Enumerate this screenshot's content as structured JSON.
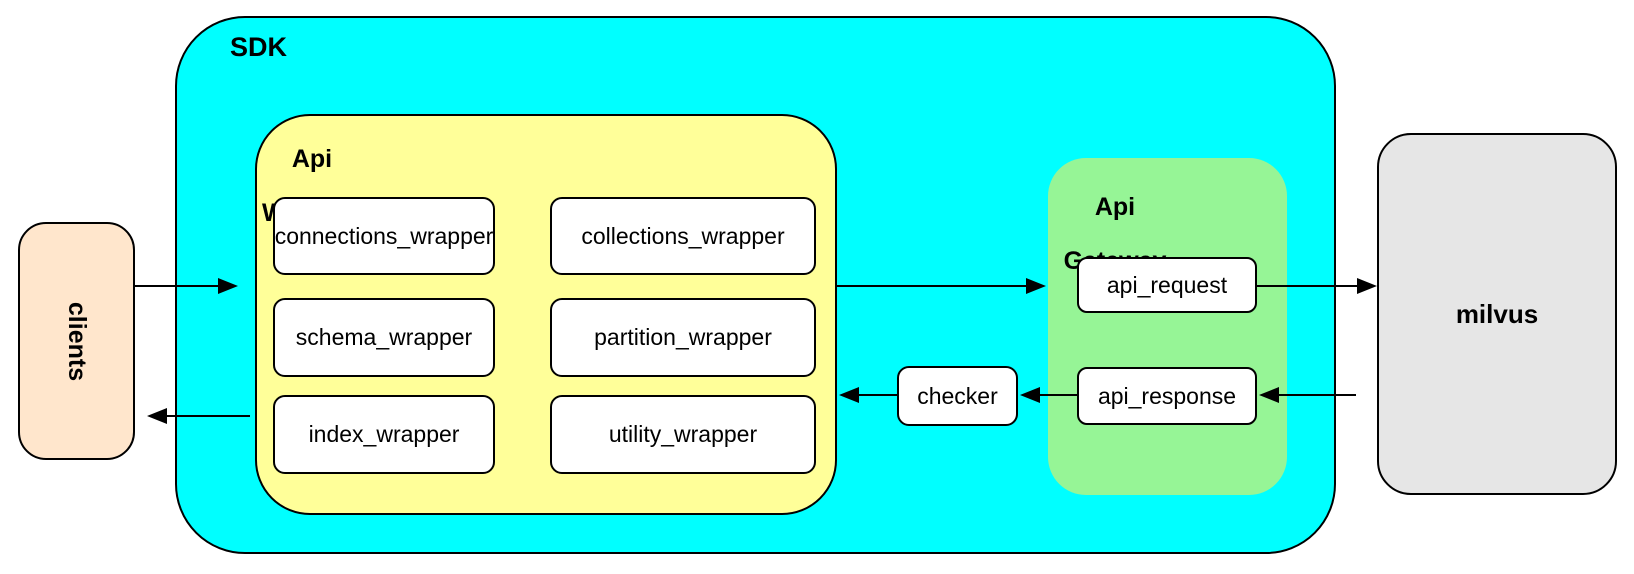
{
  "diagram": {
    "colors": {
      "sdk_fill": "#00ffff",
      "api_wrapper_fill": "#ffff99",
      "api_gateway_fill": "#96f596",
      "clients_fill": "#ffe6cc",
      "milvus_fill": "#e6e6e6",
      "leaf_fill": "#ffffff",
      "stroke": "#000000"
    },
    "clients": {
      "label": "clients"
    },
    "sdk": {
      "label": "SDK"
    },
    "api_wrapper": {
      "label_line1": "Api",
      "label_line2": "Wrapper",
      "boxes": [
        {
          "label": "connections_wrapper"
        },
        {
          "label": "collections_wrapper"
        },
        {
          "label": "schema_wrapper"
        },
        {
          "label": "partition_wrapper"
        },
        {
          "label": "index_wrapper"
        },
        {
          "label": "utility_wrapper"
        }
      ]
    },
    "checker": {
      "label": "checker"
    },
    "api_gateway": {
      "label_line1": "Api",
      "label_line2": "Gateway",
      "boxes": [
        {
          "label": "api_request"
        },
        {
          "label": "api_response"
        }
      ]
    },
    "milvus": {
      "label": "milvus"
    },
    "edges": [
      {
        "name": "clients-to-api-wrapper",
        "direction": "right"
      },
      {
        "name": "api-wrapper-to-api-gateway",
        "direction": "right"
      },
      {
        "name": "api-request-to-milvus",
        "direction": "right"
      },
      {
        "name": "milvus-to-api-response",
        "direction": "left"
      },
      {
        "name": "api-response-to-checker",
        "direction": "left"
      },
      {
        "name": "checker-to-api-wrapper",
        "direction": "left"
      },
      {
        "name": "api-wrapper-to-clients",
        "direction": "left"
      }
    ]
  }
}
